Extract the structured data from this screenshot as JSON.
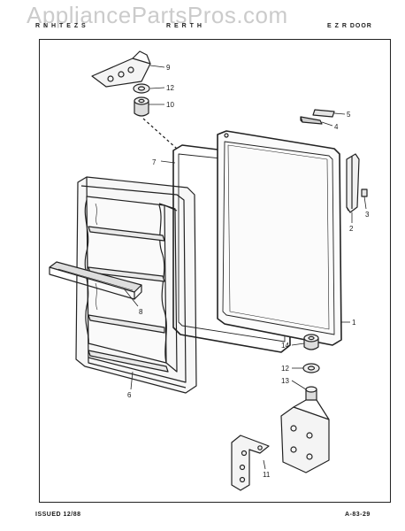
{
  "header": {
    "watermark": "AppliancePartsPros.com",
    "left_text": "R N H T E Z S",
    "middle_text": "R E R T H",
    "right_text": "E Z R DOOR"
  },
  "footer": {
    "issued": "ISSUED 12/88",
    "code": "A-83-29"
  },
  "callouts": [
    "1",
    "2",
    "3",
    "4",
    "5",
    "6",
    "7",
    "8",
    "9",
    "10",
    "11",
    "12",
    "13",
    "14",
    "12"
  ]
}
